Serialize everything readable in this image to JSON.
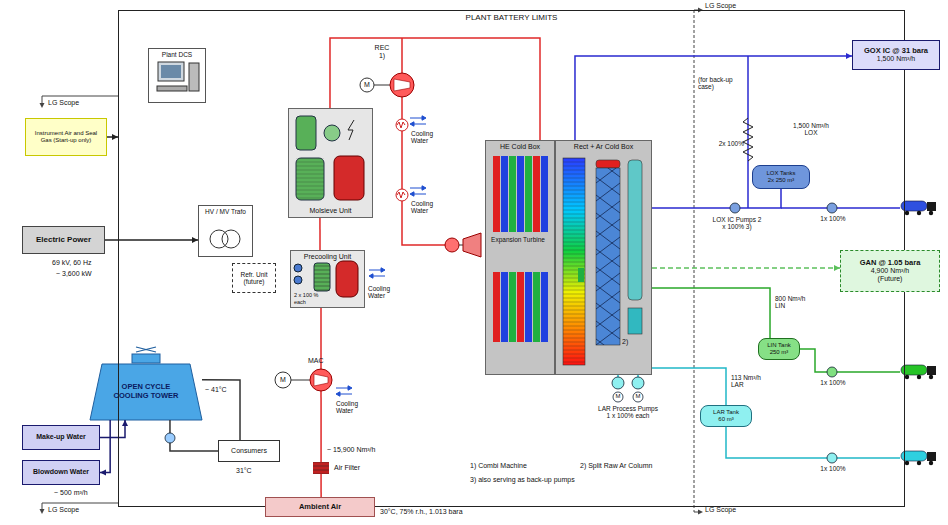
{
  "diagram": {
    "nodes": [
      {
        "text": [
          "PLANT BATTERY LIMITS"
        ]
      },
      {
        "text": [
          "Plant DCS"
        ],
        "in": 0
      },
      {
        "text": [
          "Instrument Air and Seal Gas (Start-up only)"
        ]
      },
      {
        "text": [
          "HV / MV Trafo"
        ],
        "in": 0
      },
      {
        "text": [
          "Electric Power"
        ]
      },
      {
        "text": [
          "Molsieve Unit"
        ],
        "in": 0
      },
      {
        "text": [
          "Refr. Unit (future)"
        ],
        "in": 0
      },
      {
        "text": [
          "Precooling Unit",
          "2 x 100 % each"
        ],
        "in": 0
      },
      {
        "text": [
          "HE Cold Box"
        ],
        "in": 0
      },
      {
        "text": [
          "Rect + Ar Cold Box"
        ],
        "in": 0
      },
      {
        "text": [
          "GOX IC @ 31 bara",
          "1,500 Nm³/h"
        ]
      },
      {
        "text": [
          "LOX Tanks",
          "2x 250 m³"
        ],
        "in": 0
      },
      {
        "text": [
          "GAN @ 1.05 bara",
          "4,900 Nm³/h",
          "(Future)"
        ]
      },
      {
        "text": [
          "LIN Tank",
          "250 m³"
        ],
        "in": 0
      },
      {
        "text": [
          "LAR Tank",
          "60 m³"
        ],
        "in": 0
      },
      {
        "text": [
          "OPEN CYCLE COOLING TOWER"
        ],
        "in": 0
      },
      {
        "text": [
          "Consumers"
        ],
        "in": 0
      },
      {
        "text": [
          "Make-up Water"
        ]
      },
      {
        "text": [
          "Blowdown Water"
        ]
      },
      {
        "text": [
          "Ambient Air"
        ]
      }
    ],
    "edges": [
      {
        "from": 4,
        "to": 3,
        "arrow": "to"
      },
      {
        "from": 2,
        "to": 0,
        "arrow": "to"
      },
      {
        "from": 17,
        "to": 15,
        "arrow": "to"
      },
      {
        "from": 15,
        "to": 18,
        "arrow": "to"
      },
      {
        "from": 16,
        "to": 15,
        "arrow": "none"
      },
      {
        "from": 15,
        "to": 16,
        "arrow": "none"
      },
      {
        "from": 19,
        "to": 7,
        "arrow": "none"
      },
      {
        "from": 7,
        "to": 5,
        "arrow": "none"
      },
      {
        "from": 5,
        "to": 8,
        "arrow": "none"
      },
      {
        "from": 9,
        "to": 10,
        "arrow": "to"
      },
      {
        "from": 9,
        "to": 11,
        "arrow": "none"
      },
      {
        "from": 9,
        "to": 13,
        "arrow": "none"
      },
      {
        "from": 9,
        "to": 14,
        "arrow": "none"
      },
      {
        "from": 9,
        "to": 12,
        "arrow": "to"
      }
    ],
    "labels": [
      "LG Scope",
      "LG Scope",
      "LG Scope",
      "LG Scope",
      "(for back-up case)",
      "2x 100%",
      "1,500 Nm³/h LOX",
      "LOX IC Pumps 2 x 100% 3)",
      "1x 100%",
      "800 Nm³/h LIN",
      "1x 100%",
      "113 Nm³/h LAR",
      "1x 100%",
      "LAR Process Pumps 1 x 100% each",
      "2)",
      "1) Combi Machine",
      "2) Split Raw Ar Column",
      "3) also serving as back-up pumps",
      "69 kV, 60 Hz",
      "~ 3,600 kW",
      "~ 41°C",
      "31°C",
      "~ 500 m³/h",
      "~ 15,900 Nm³/h",
      "30°C, 75% r.h., 1.013 bara",
      "Air Filter",
      "MAC",
      "REC 1)",
      "Expansion Turbine",
      "Cooling Water",
      "Cooling Water",
      "Cooling Water",
      "Cooling Water",
      "M",
      "M",
      "M",
      "M"
    ]
  }
}
